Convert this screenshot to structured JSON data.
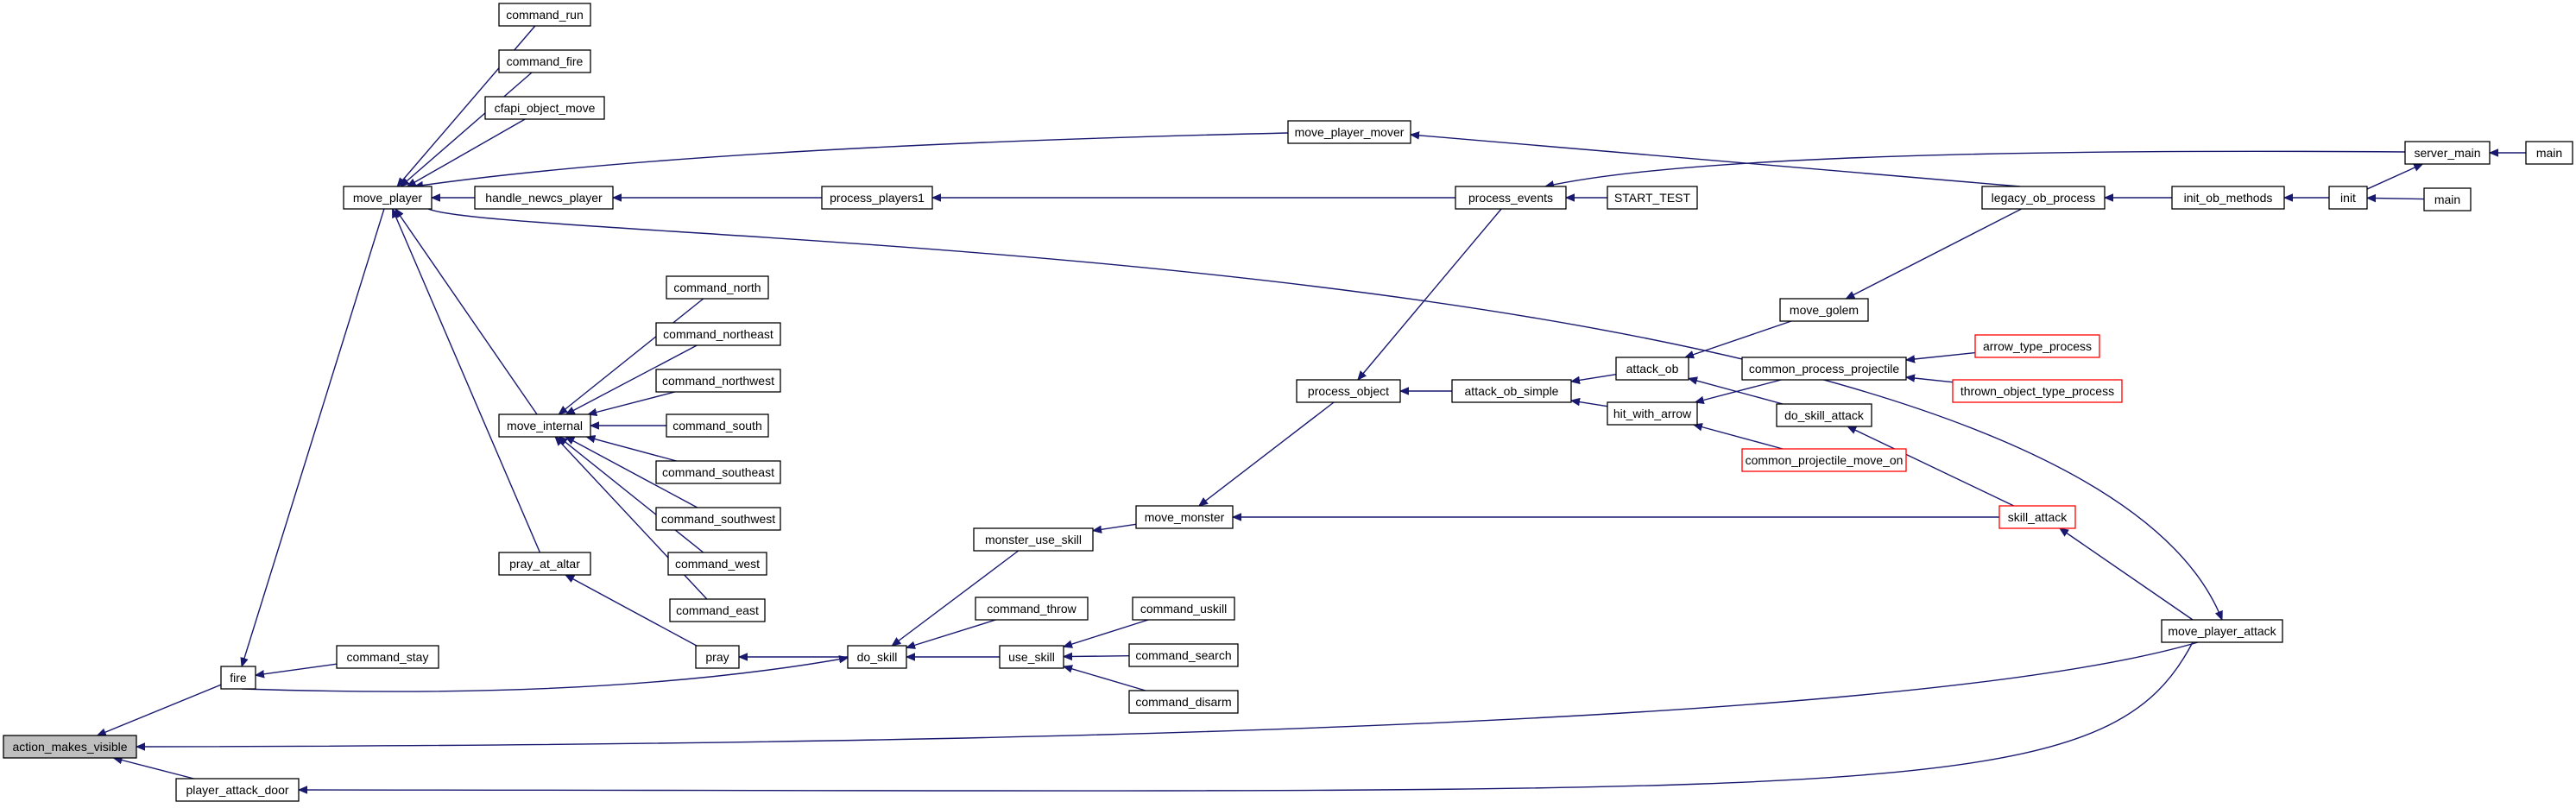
{
  "colors": {
    "edge": "#191970",
    "node_border": "#000000",
    "truncated_border": "#ff0000",
    "root_fill": "#bfbfbf",
    "background": "#ffffff"
  },
  "nodes": [
    {
      "id": "action_makes_visible",
      "label": "action_makes_visible",
      "style": "root"
    },
    {
      "id": "fire",
      "label": "fire",
      "style": "normal"
    },
    {
      "id": "player_attack_door",
      "label": "player_attack_door",
      "style": "normal"
    },
    {
      "id": "move_player",
      "label": "move_player",
      "style": "normal"
    },
    {
      "id": "command_stay",
      "label": "command_stay",
      "style": "normal"
    },
    {
      "id": "do_skill",
      "label": "do_skill",
      "style": "normal"
    },
    {
      "id": "move_player_attack",
      "label": "move_player_attack",
      "style": "normal"
    },
    {
      "id": "command_run",
      "label": "command_run",
      "style": "normal"
    },
    {
      "id": "command_fire",
      "label": "command_fire",
      "style": "normal"
    },
    {
      "id": "cfapi_object_move",
      "label": "cfapi_object_move",
      "style": "normal"
    },
    {
      "id": "handle_newcs_player",
      "label": "handle_newcs_player",
      "style": "normal"
    },
    {
      "id": "move_internal",
      "label": "move_internal",
      "style": "normal"
    },
    {
      "id": "pray_at_altar",
      "label": "pray_at_altar",
      "style": "normal"
    },
    {
      "id": "move_player_mover",
      "label": "move_player_mover",
      "style": "normal"
    },
    {
      "id": "process_players1",
      "label": "process_players1",
      "style": "normal"
    },
    {
      "id": "process_events",
      "label": "process_events",
      "style": "normal"
    },
    {
      "id": "START_TEST",
      "label": "START_TEST",
      "style": "normal"
    },
    {
      "id": "server_main",
      "label": "server_main",
      "style": "normal"
    },
    {
      "id": "main_a",
      "label": "main",
      "style": "normal"
    },
    {
      "id": "legacy_ob_process",
      "label": "legacy_ob_process",
      "style": "normal"
    },
    {
      "id": "init_ob_methods",
      "label": "init_ob_methods",
      "style": "normal"
    },
    {
      "id": "init",
      "label": "init",
      "style": "normal"
    },
    {
      "id": "main_b",
      "label": "main",
      "style": "normal"
    },
    {
      "id": "command_north",
      "label": "command_north",
      "style": "normal"
    },
    {
      "id": "command_northeast",
      "label": "command_northeast",
      "style": "normal"
    },
    {
      "id": "command_northwest",
      "label": "command_northwest",
      "style": "normal"
    },
    {
      "id": "command_south",
      "label": "command_south",
      "style": "normal"
    },
    {
      "id": "command_southeast",
      "label": "command_southeast",
      "style": "normal"
    },
    {
      "id": "command_southwest",
      "label": "command_southwest",
      "style": "normal"
    },
    {
      "id": "command_west",
      "label": "command_west",
      "style": "normal"
    },
    {
      "id": "command_east",
      "label": "command_east",
      "style": "normal"
    },
    {
      "id": "pray",
      "label": "pray",
      "style": "normal"
    },
    {
      "id": "monster_use_skill",
      "label": "monster_use_skill",
      "style": "normal"
    },
    {
      "id": "move_monster",
      "label": "move_monster",
      "style": "normal"
    },
    {
      "id": "command_throw",
      "label": "command_throw",
      "style": "normal"
    },
    {
      "id": "use_skill",
      "label": "use_skill",
      "style": "normal"
    },
    {
      "id": "command_uskill",
      "label": "command_uskill",
      "style": "normal"
    },
    {
      "id": "command_search",
      "label": "command_search",
      "style": "normal"
    },
    {
      "id": "command_disarm",
      "label": "command_disarm",
      "style": "normal"
    },
    {
      "id": "process_object",
      "label": "process_object",
      "style": "normal"
    },
    {
      "id": "attack_ob_simple",
      "label": "attack_ob_simple",
      "style": "normal"
    },
    {
      "id": "attack_ob",
      "label": "attack_ob",
      "style": "normal"
    },
    {
      "id": "hit_with_arrow",
      "label": "hit_with_arrow",
      "style": "normal"
    },
    {
      "id": "move_golem",
      "label": "move_golem",
      "style": "normal"
    },
    {
      "id": "common_process_projectile",
      "label": "common_process_projectile",
      "style": "normal"
    },
    {
      "id": "do_skill_attack",
      "label": "do_skill_attack",
      "style": "normal"
    },
    {
      "id": "common_projectile_move_on",
      "label": "common_projectile_move_on",
      "style": "truncated"
    },
    {
      "id": "arrow_type_process",
      "label": "arrow_type_process",
      "style": "truncated"
    },
    {
      "id": "thrown_object_type_process",
      "label": "thrown_object_type_process",
      "style": "truncated"
    },
    {
      "id": "skill_attack",
      "label": "skill_attack",
      "style": "truncated"
    }
  ],
  "edges": [
    {
      "from": "fire",
      "to": "action_makes_visible"
    },
    {
      "from": "player_attack_door",
      "to": "action_makes_visible"
    },
    {
      "from": "move_player_attack",
      "to": "action_makes_visible"
    },
    {
      "from": "move_player",
      "to": "fire"
    },
    {
      "from": "command_stay",
      "to": "fire"
    },
    {
      "from": "move_player_attack",
      "to": "player_attack_door"
    },
    {
      "from": "fire",
      "to": "do_skill"
    },
    {
      "from": "command_run",
      "to": "move_player"
    },
    {
      "from": "command_fire",
      "to": "move_player"
    },
    {
      "from": "cfapi_object_move",
      "to": "move_player"
    },
    {
      "from": "move_player_mover",
      "to": "move_player"
    },
    {
      "from": "handle_newcs_player",
      "to": "move_player"
    },
    {
      "from": "move_internal",
      "to": "move_player"
    },
    {
      "from": "pray_at_altar",
      "to": "move_player"
    },
    {
      "from": "move_player",
      "to": "move_player_attack"
    },
    {
      "from": "process_players1",
      "to": "handle_newcs_player"
    },
    {
      "from": "process_events",
      "to": "process_players1"
    },
    {
      "from": "START_TEST",
      "to": "process_events"
    },
    {
      "from": "server_main",
      "to": "process_events"
    },
    {
      "from": "main_a",
      "to": "server_main"
    },
    {
      "from": "legacy_ob_process",
      "to": "move_player_mover"
    },
    {
      "from": "init_ob_methods",
      "to": "legacy_ob_process"
    },
    {
      "from": "init",
      "to": "init_ob_methods"
    },
    {
      "from": "init",
      "to": "server_main"
    },
    {
      "from": "main_b",
      "to": "init"
    },
    {
      "from": "command_north",
      "to": "move_internal"
    },
    {
      "from": "command_northeast",
      "to": "move_internal"
    },
    {
      "from": "command_northwest",
      "to": "move_internal"
    },
    {
      "from": "command_south",
      "to": "move_internal"
    },
    {
      "from": "command_southeast",
      "to": "move_internal"
    },
    {
      "from": "command_southwest",
      "to": "move_internal"
    },
    {
      "from": "command_west",
      "to": "move_internal"
    },
    {
      "from": "command_east",
      "to": "move_internal"
    },
    {
      "from": "pray",
      "to": "pray_at_altar"
    },
    {
      "from": "do_skill",
      "to": "pray"
    },
    {
      "from": "monster_use_skill",
      "to": "do_skill"
    },
    {
      "from": "command_throw",
      "to": "do_skill"
    },
    {
      "from": "use_skill",
      "to": "do_skill"
    },
    {
      "from": "move_monster",
      "to": "monster_use_skill"
    },
    {
      "from": "process_object",
      "to": "move_monster"
    },
    {
      "from": "command_uskill",
      "to": "use_skill"
    },
    {
      "from": "command_search",
      "to": "use_skill"
    },
    {
      "from": "command_disarm",
      "to": "use_skill"
    },
    {
      "from": "process_events",
      "to": "process_object"
    },
    {
      "from": "attack_ob_simple",
      "to": "process_object"
    },
    {
      "from": "attack_ob",
      "to": "attack_ob_simple"
    },
    {
      "from": "hit_with_arrow",
      "to": "attack_ob_simple"
    },
    {
      "from": "move_golem",
      "to": "attack_ob"
    },
    {
      "from": "do_skill_attack",
      "to": "attack_ob"
    },
    {
      "from": "legacy_ob_process",
      "to": "move_golem"
    },
    {
      "from": "common_process_projectile",
      "to": "hit_with_arrow"
    },
    {
      "from": "common_projectile_move_on",
      "to": "hit_with_arrow"
    },
    {
      "from": "arrow_type_process",
      "to": "common_process_projectile"
    },
    {
      "from": "thrown_object_type_process",
      "to": "common_process_projectile"
    },
    {
      "from": "skill_attack",
      "to": "do_skill_attack"
    },
    {
      "from": "skill_attack",
      "to": "move_monster"
    },
    {
      "from": "move_player_attack",
      "to": "skill_attack"
    }
  ]
}
